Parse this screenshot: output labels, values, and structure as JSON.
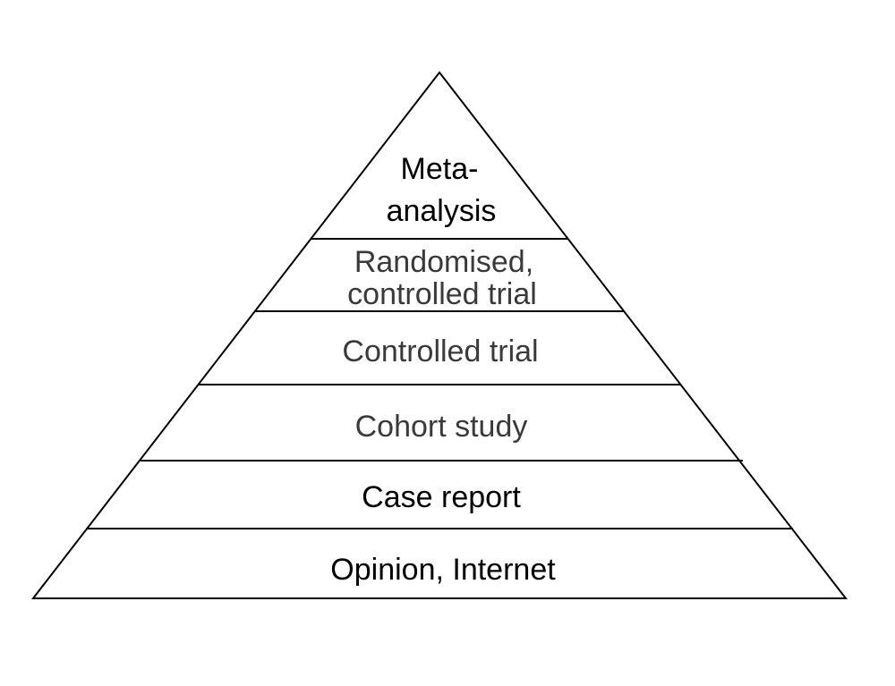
{
  "diagram": {
    "tiers": [
      {
        "lines": [
          "Meta-",
          "analysis"
        ],
        "color": "#000000"
      },
      {
        "lines": [
          "Randomised,",
          "controlled trial"
        ],
        "color": "#3a3a3a"
      },
      {
        "lines": [
          "Controlled trial"
        ],
        "color": "#3a3a3a"
      },
      {
        "lines": [
          "Cohort study"
        ],
        "color": "#3a3a3a"
      },
      {
        "lines": [
          "Case report"
        ],
        "color": "#000000"
      },
      {
        "lines": [
          "Opinion, Internet"
        ],
        "color": "#000000"
      }
    ],
    "line_color": "#000000"
  }
}
